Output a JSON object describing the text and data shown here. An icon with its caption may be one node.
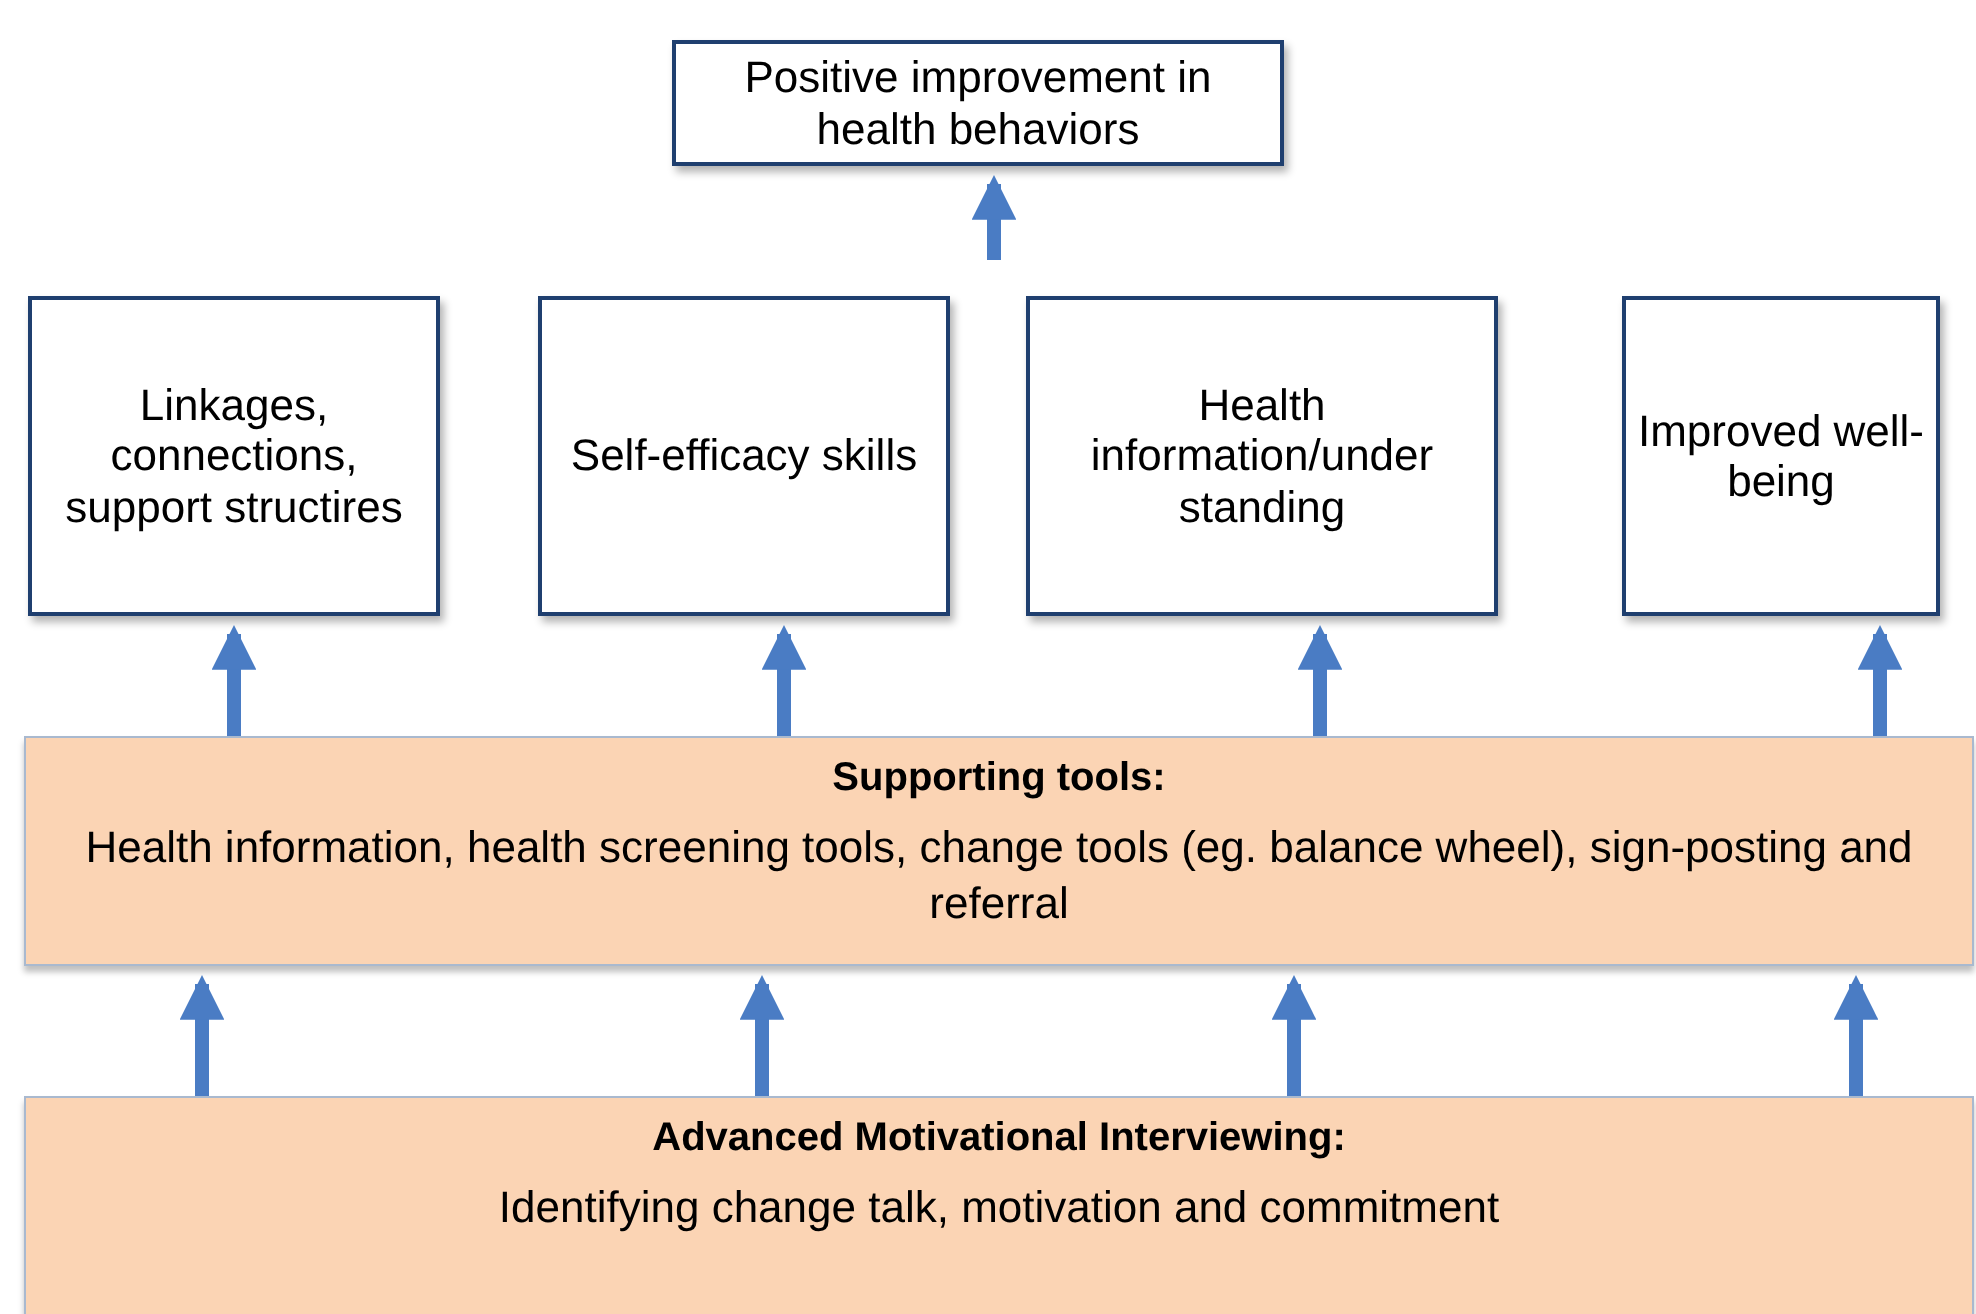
{
  "diagram": {
    "nodes": [
      {
        "text": [
          "Positive improvement in health behaviors"
        ]
      },
      {
        "text": [
          "Linkages, connections, support structires"
        ]
      },
      {
        "text": [
          "Self-efficacy skills"
        ]
      },
      {
        "text": [
          "Health information/under standing"
        ]
      },
      {
        "text": [
          "Improved well-being"
        ]
      },
      {
        "text": [
          "Supporting tools:",
          "Health information, health screening tools, change tools (eg. balance wheel), sign-posting and referral"
        ]
      },
      {
        "text": [
          "Advanced Motivational Interviewing:",
          "Identifying change talk, motivation and commitment"
        ]
      }
    ],
    "edges": [
      {
        "from": null,
        "to": 0,
        "arrow": "to"
      },
      {
        "from": 5,
        "to": 1,
        "arrow": "to"
      },
      {
        "from": 5,
        "to": 2,
        "arrow": "to"
      },
      {
        "from": 5,
        "to": 3,
        "arrow": "to"
      },
      {
        "from": 5,
        "to": 4,
        "arrow": "to"
      },
      {
        "from": 6,
        "to": 5,
        "arrow": "to"
      },
      {
        "from": 6,
        "to": 5,
        "arrow": "to"
      },
      {
        "from": 6,
        "to": 5,
        "arrow": "to"
      },
      {
        "from": 6,
        "to": 5,
        "arrow": "to"
      }
    ]
  }
}
